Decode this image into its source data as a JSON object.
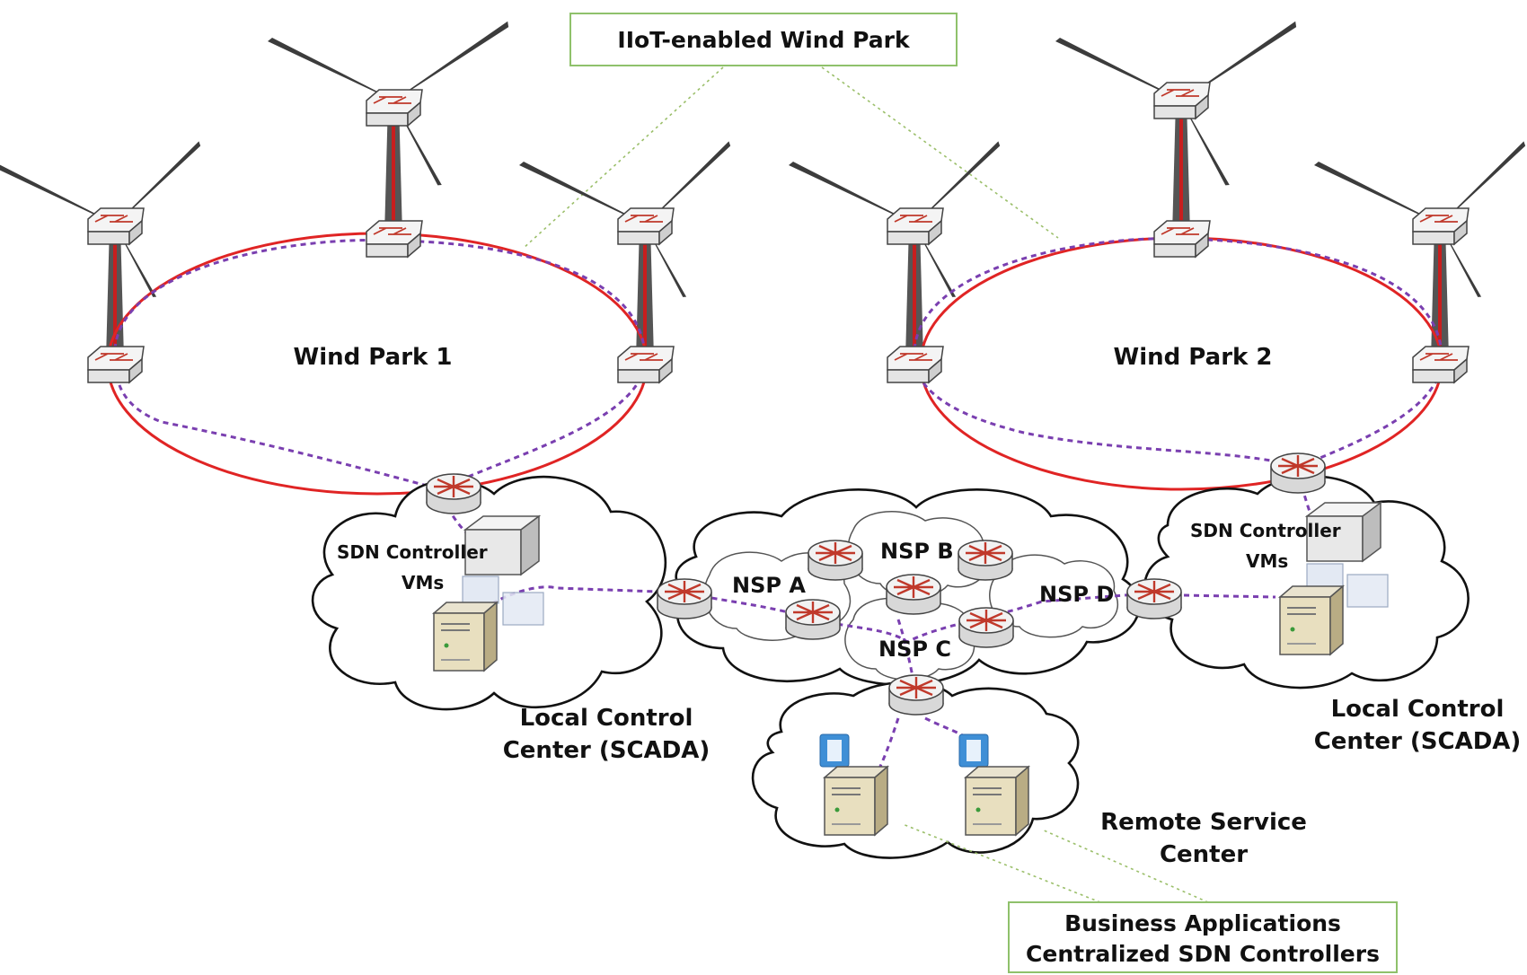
{
  "callouts": {
    "top": "IIoT-enabled Wind Park",
    "bottom_line1": "Business Applications",
    "bottom_line2": "Centralized SDN Controllers"
  },
  "parks": {
    "park1": "Wind Park 1",
    "park2": "Wind Park 2"
  },
  "left_center": {
    "controller": "SDN Controller",
    "vms": "VMs",
    "label_line1": "Local Control",
    "label_line2": "Center (SCADA)"
  },
  "right_center": {
    "controller": "SDN Controller",
    "vms": "VMs",
    "label_line1": "Local Control",
    "label_line2": "Center (SCADA)"
  },
  "nsp": {
    "a": "NSP A",
    "b": "NSP B",
    "c": "NSP C",
    "d": "NSP D"
  },
  "remote": {
    "label_line1": "Remote Service",
    "label_line2": "Center"
  },
  "colors": {
    "ring": "#e02424",
    "control_path": "#7a3fb0",
    "callout_border": "#8fc16b"
  }
}
